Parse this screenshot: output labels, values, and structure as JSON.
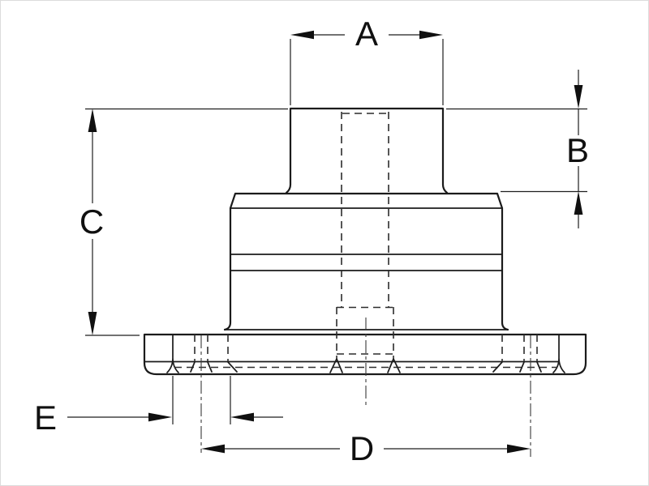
{
  "drawing": {
    "dim_labels": {
      "a": "A",
      "b": "B",
      "c": "C",
      "d": "D",
      "e": "E"
    },
    "colors": {
      "background": "#ffffff",
      "outline": "#1b1b1b",
      "dimension": "#1f1f1f",
      "arrow": "#101010"
    }
  }
}
